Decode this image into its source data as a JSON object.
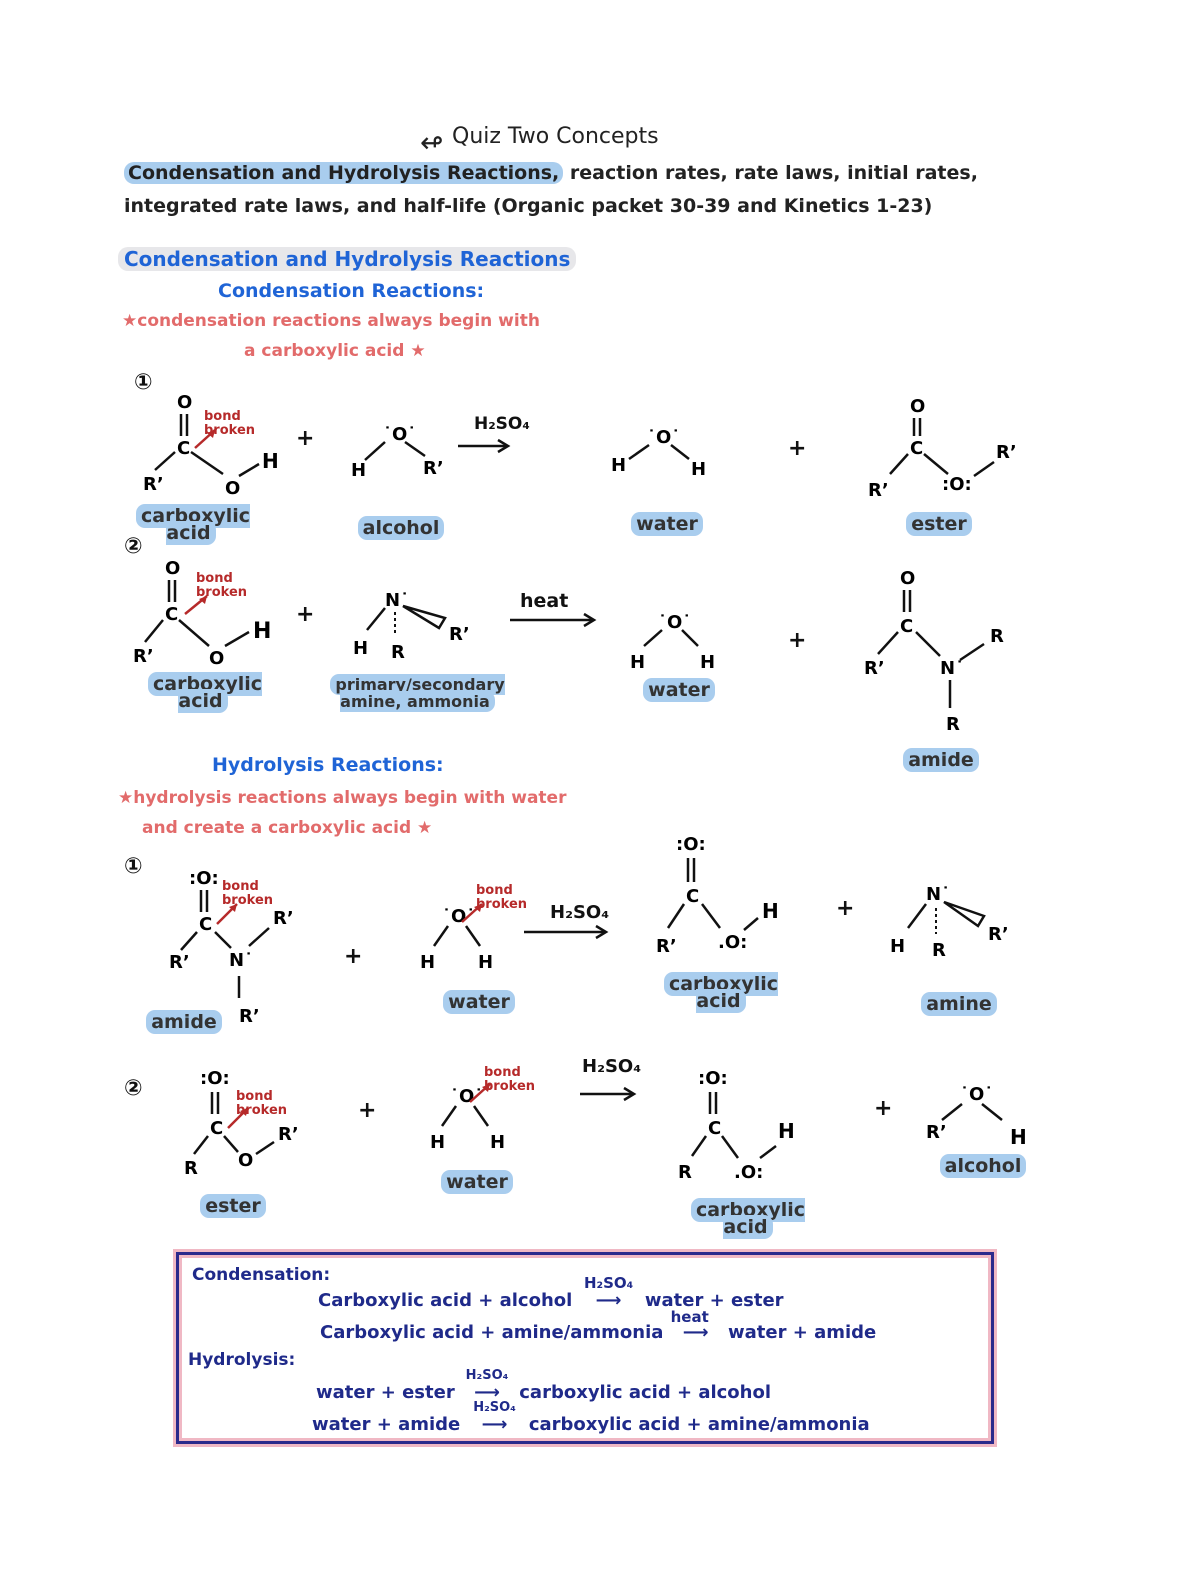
{
  "header": {
    "title": "Quiz Two Concepts",
    "line1_highlight": "Condensation and Hydrolysis Reactions,",
    "line1_rest": "reaction rates, rate laws, initial rates,",
    "line2": "integrated rate laws, and half-life (Organic packet 30-39 and Kinetics 1-23)"
  },
  "section": {
    "title": "Condensation and Hydrolysis Reactions"
  },
  "condensation": {
    "heading": "Condensation Reactions:",
    "note_line1": "★condensation reactions always begin with",
    "note_line2": "a carboxylic acid ★",
    "r1": {
      "number": "①",
      "bond_note": "bond broken",
      "reactant1": "carboxylic acid",
      "reactant2": "alcohol",
      "condition": "H₂SO₄",
      "product1": "water",
      "product2": "ester"
    },
    "r2": {
      "number": "②",
      "bond_note": "bond broken",
      "reactant1": "carboxylic acid",
      "reactant2": "primary/secondary amine, ammonia",
      "condition": "heat",
      "product1": "water",
      "product2": "amide"
    }
  },
  "hydrolysis": {
    "heading": "Hydrolysis Reactions:",
    "note_line1": "★hydrolysis reactions always begin with water",
    "note_line2": "and create a carboxylic acid ★",
    "r1": {
      "number": "①",
      "bond_note": "bond broken",
      "reactant1": "amide",
      "reactant2": "water",
      "condition": "H₂SO₄",
      "product1": "carboxylic acid",
      "product2": "amine"
    },
    "r2": {
      "number": "②",
      "bond_note": "bond broken",
      "reactant1": "ester",
      "reactant2": "water",
      "condition": "H₂SO₄",
      "product1": "carboxylic acid",
      "product2": "alcohol"
    }
  },
  "summary": {
    "condensation_label": "Condensation:",
    "c1_left": "Carboxylic acid + alcohol",
    "c1_cond": "H₂SO₄",
    "c1_right": "water + ester",
    "c2_left": "Carboxylic acid + amine/ammonia",
    "c2_cond": "heat",
    "c2_right": "water + amide",
    "hydrolysis_label": "Hydrolysis:",
    "h1_left": "water + ester",
    "h1_cond": "H₂SO₄",
    "h1_right": "carboxylic acid + alcohol",
    "h2_left": "water + amide",
    "h2_cond": "H₂SO₄",
    "h2_right": "carboxylic acid + amine/ammonia"
  }
}
